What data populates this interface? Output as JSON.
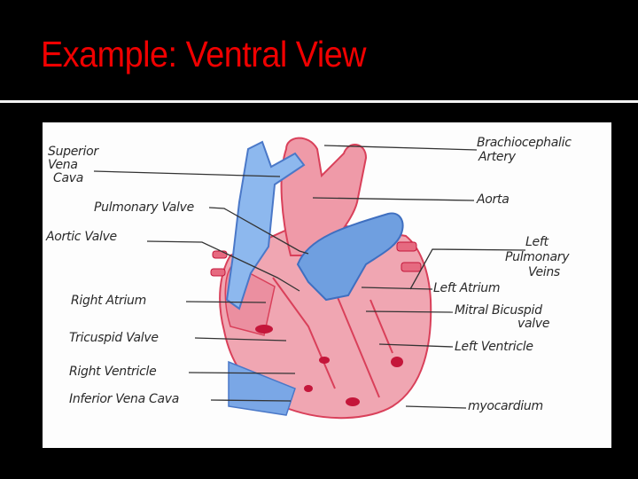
{
  "slide": {
    "title": "Example: Ventral View",
    "title_color": "#f00000",
    "background": "#000000"
  },
  "figure": {
    "description": "Hand-drawn colored-pencil diagram of the human heart, ventral (anterior) view, with labeled structures",
    "colors": {
      "oxygenated": "#e0475e",
      "deoxygenated": "#6f9fe0",
      "paper": "#fdfdfd"
    },
    "labels": {
      "superior_vena_cava": [
        "Superior",
        "Vena",
        "Cava"
      ],
      "pulmonary_valve": "Pulmonary Valve",
      "aortic_valve": "Aortic Valve",
      "right_atrium": "Right Atrium",
      "tricuspid_valve": "Tricuspid Valve",
      "right_ventricle": "Right Ventricle",
      "inferior_vena_cava": "Inferior Vena Cava",
      "brachiocephalic_artery": [
        "Brachiocephalic",
        "Artery"
      ],
      "aorta": "Aorta",
      "left_pulmonary_veins": [
        "Left",
        "Pulmonary",
        "Veins"
      ],
      "left_atrium": "Left Atrium",
      "mitral_bicuspid_valve": [
        "Mitral Bicuspid",
        "valve"
      ],
      "left_ventricle": "Left Ventricle",
      "myocardium": "myocardium"
    }
  }
}
